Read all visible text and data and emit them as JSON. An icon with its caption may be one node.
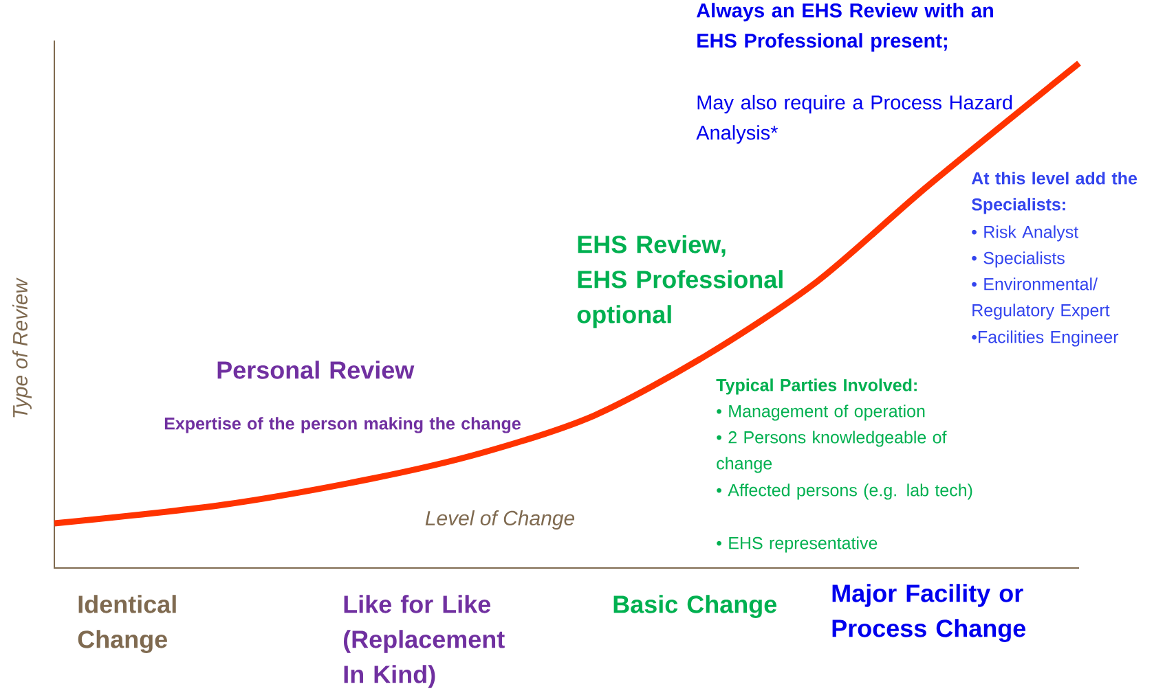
{
  "diagram": {
    "labels": [
      "Always an EHS Review with an EHS Professional present;",
      "May also require a Process Hazard Analysis*",
      "At this level add the Specialists:",
      "• Risk Analyst",
      "• Specialists",
      "• Environmental/ Regulatory Expert",
      "•Facilities Engineer",
      "EHS Review, EHS Professional optional",
      "Personal Review",
      "Expertise of the person making the change",
      "Typical Parties Involved:",
      "• Management of operation",
      "• 2 Persons knowledgeable of change",
      "• Affected persons (e.g. lab tech)",
      "• EHS representative",
      "Type of Review",
      "Level of Change",
      "Identical Change",
      "Like for Like (Replacement In Kind)",
      "Basic Change",
      "Major Facility or Process Change"
    ]
  }
}
